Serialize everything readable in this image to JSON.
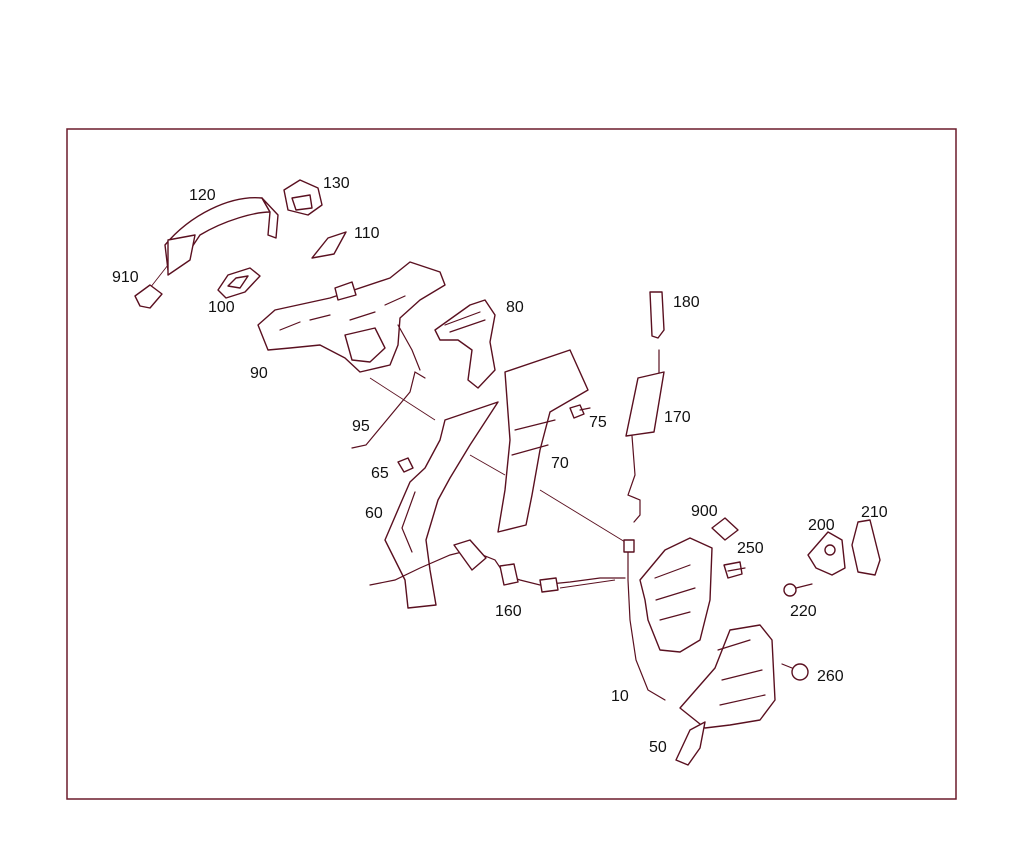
{
  "colors": {
    "frame": "#6b1b2b",
    "line": "#5a1020",
    "text": "#111111",
    "background": "#ffffff"
  },
  "callouts": {
    "c120": "120",
    "c130": "130",
    "c110": "110",
    "c910": "910",
    "c100": "100",
    "c90": "90",
    "c80": "80",
    "c180": "180",
    "c75": "75",
    "c170": "170",
    "c95": "95",
    "c65": "65",
    "c70": "70",
    "c60": "60",
    "c900": "900",
    "c210": "210",
    "c200": "200",
    "c250": "250",
    "c220": "220",
    "c160": "160",
    "c260": "260",
    "c10": "10",
    "c50": "50"
  }
}
